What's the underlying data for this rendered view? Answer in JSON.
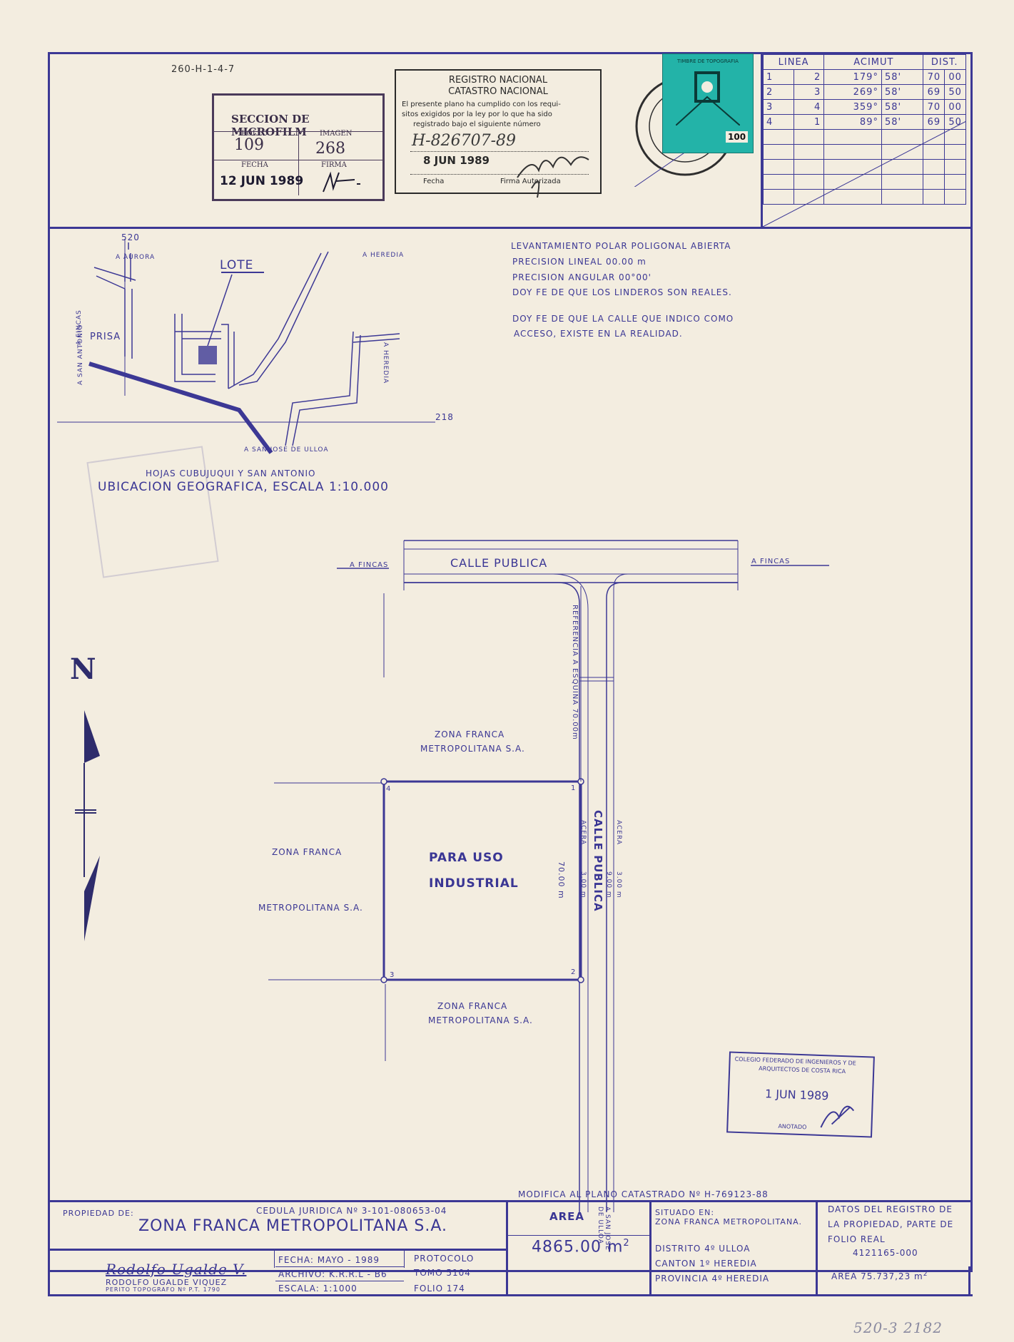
{
  "ref_code": "260-H-1-4-7",
  "microfilm": {
    "title": "SECCION DE MICROFILM",
    "rollo_label": "ROLLO",
    "rollo_value": "109",
    "imagen_label": "IMAGEN",
    "imagen_value": "268",
    "fecha_label": "FECHA",
    "fecha_value": "12 JUN 1989",
    "firma_label": "FIRMA"
  },
  "registro": {
    "line1": "REGISTRO NACIONAL",
    "line2": "CATASTRO NACIONAL",
    "text1": "El presente plano ha cumplido con los requi-",
    "text2": "sitos exigidos por la ley por lo que ha sido",
    "text3": "registrado bajo el siguiente número",
    "number": "H-826707-89",
    "date": "8 JUN 1989",
    "fecha_label": "Fecha",
    "firma_label": "Firma Autorizada"
  },
  "timbre": {
    "title": "TIMBRE DE TOPOGRAFIA",
    "value": "100"
  },
  "azimuth_table": {
    "headers": [
      "LINEA",
      "ACIMUT",
      "DIST."
    ],
    "rows": [
      [
        "1",
        "2",
        "179°",
        "58'",
        "70",
        "00"
      ],
      [
        "2",
        "3",
        "269°",
        "58'",
        "69",
        "50"
      ],
      [
        "3",
        "4",
        "359°",
        "58'",
        "70",
        "00"
      ],
      [
        "4",
        "1",
        "89°",
        "58'",
        "69",
        "50"
      ]
    ]
  },
  "notes": {
    "n1": "LEVANTAMIENTO POLAR POLIGONAL ABIERTA",
    "n2": "PRECISION LINEAL 00.00 m",
    "n3": "PRECISION ANGULAR 00°00'",
    "n4": "DOY FE DE QUE LOS LINDEROS SON REALES.",
    "n5": "DOY FE DE QUE LA CALLE QUE INDICO COMO",
    "n6": "ACCESO, EXISTE EN LA REALIDAD."
  },
  "location_map": {
    "lote": "LOTE",
    "aurora": "A AURORA",
    "heredia_top": "A HEREDIA",
    "heredia_right": "A HEREDIA",
    "fincas": "A FINCAS",
    "san_antonio": "A SAN ANTONIO",
    "prisa": "PRISA",
    "san_jose": "A SAN JOSE DE ULLOA",
    "grid_520": "520",
    "grid_218": "218",
    "hojas": "HOJAS CUBUJUQUI Y SAN ANTONIO",
    "ubicacion": "UBICACION GEOGRAFICA, ESCALA 1:10.000"
  },
  "site_plan": {
    "calle_publica_top": "CALLE PUBLICA",
    "a_fincas_left": "A FINCAS",
    "a_fincas_right": "A FINCAS",
    "referencia": "REFERENCIA A ESQUINA 70.00m",
    "zona_top_1": "ZONA FRANCA",
    "zona_top_2": "METROPOLITANA S.A.",
    "zona_left_1": "ZONA FRANCA",
    "zona_left_2": "METROPOLITANA S.A.",
    "zona_bottom_1": "ZONA FRANCA",
    "zona_bottom_2": "METROPOLITANA S.A.",
    "lot_1": "PARA USO",
    "lot_2": "INDUSTRIAL",
    "lot_side": "70.00 m",
    "calle_v": "CALLE PUBLICA",
    "acera_l": "ACERA",
    "acera_l_w": "3.00 m",
    "calle_w": "9.00 m",
    "acera_r": "ACERA",
    "acera_r_w": "3.00 m",
    "a_san_jose": "A SAN JOSE DE ULLOA",
    "v1": "1",
    "v2": "2",
    "v3": "3",
    "v4": "4",
    "north": "N"
  },
  "colegio_stamp": {
    "line1": "COLEGIO FEDERADO DE INGENIEROS Y DE",
    "line2": "ARQUITECTOS DE COSTA RICA",
    "date": "1 JUN 1989",
    "footer": "ANOTADO"
  },
  "modifica": "MODIFICA AL PLANO CATASTRADO Nº H-769123-88",
  "title_block": {
    "propiedad_label": "PROPIEDAD DE:",
    "cedula": "CEDULA JURIDICA Nº 3-101-080653-04",
    "owner": "ZONA FRANCA METROPOLITANA S.A.",
    "area_label": "AREA",
    "area_value": "4865.00 m",
    "area_sup": "2",
    "situado_label": "SITUADO EN:",
    "situado_value": "ZONA FRANCA METROPOLITANA.",
    "distrito": "DISTRITO  4º ULLOA",
    "canton": "CANTON  1º HEREDIA",
    "provincia": "PROVINCIA  4º HEREDIA",
    "datos1": "DATOS DEL REGISTRO DE",
    "datos2": "LA PROPIEDAD, PARTE DE",
    "datos3": "FOLIO REAL",
    "folio_real": "4121165-000",
    "area_total": "AREA 75.737,23 m",
    "area_total_sup": "2",
    "signature": "Rodolfo Ugalde V.",
    "surveyor": "RODOLFO UGALDE VIQUEZ",
    "surveyor_title": "PERITO TOPOGRAFO Nº P.T. 1790",
    "fecha": "FECHA: MAYO - 1989",
    "archivo": "ARCHIVO: K.R.R.L - B6",
    "escala": "ESCALA: 1:1000",
    "protocolo": "PROTOCOLO",
    "tomo": "TOMO 5104",
    "folio": "FOLIO 174"
  },
  "corner_handwritten": "520-3 2182"
}
